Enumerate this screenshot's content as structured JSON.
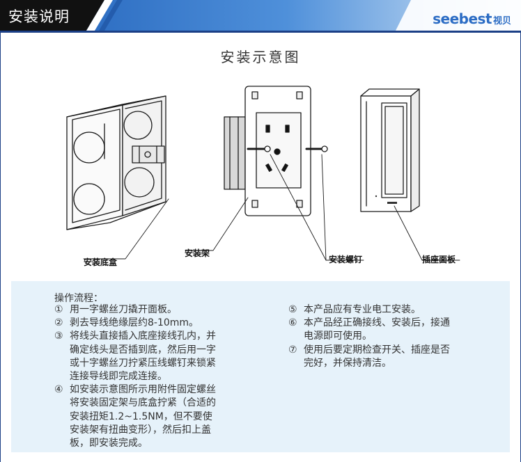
{
  "header": {
    "title": "安装说明",
    "brand_name": "seebest",
    "brand_cn": "视贝"
  },
  "diagram": {
    "title": "安装示意图",
    "labels": {
      "bottom_box": "安装底盒",
      "frame": "安装架",
      "screw": "安装螺钉",
      "panel": "插座面板"
    }
  },
  "instructions": {
    "heading": "操作流程：",
    "left": [
      {
        "num": "①",
        "lines": [
          "用一字螺丝刀撬开面板。"
        ]
      },
      {
        "num": "②",
        "lines": [
          "剥去导线绝缘层约8-10mm。"
        ]
      },
      {
        "num": "③",
        "lines": [
          "将线头直接插入底座接线孔内，并",
          "确定线头是否插到底，然后用一字",
          "或十字螺丝刀拧紧压线螺钉来锁紧",
          "连接导线即完成连接。"
        ]
      },
      {
        "num": "④",
        "lines": [
          "如安装示意图所示用附件固定螺丝",
          "将安装固定架与底盒拧紧（合适的",
          "安装扭矩1.2~1.5NM，但不要使",
          "安装架有扭曲变形），然后扣上盖",
          "板，即安装完成。"
        ]
      }
    ],
    "right": [
      {
        "num": "⑤",
        "lines": [
          "本产品应有专业电工安装。"
        ]
      },
      {
        "num": "⑥",
        "lines": [
          "本产品经正确接线、安装后，接通",
          "电源即可使用。"
        ]
      },
      {
        "num": "⑦",
        "lines": [
          "使用后要定期检查开关、插座是否",
          "完好，并保持清洁。"
        ]
      }
    ]
  },
  "colors": {
    "header_dark": "#111111",
    "header_blue": "#2a6bc0",
    "brand_blue": "#2b6cc4",
    "panel_bg": "#e6f2fa"
  }
}
